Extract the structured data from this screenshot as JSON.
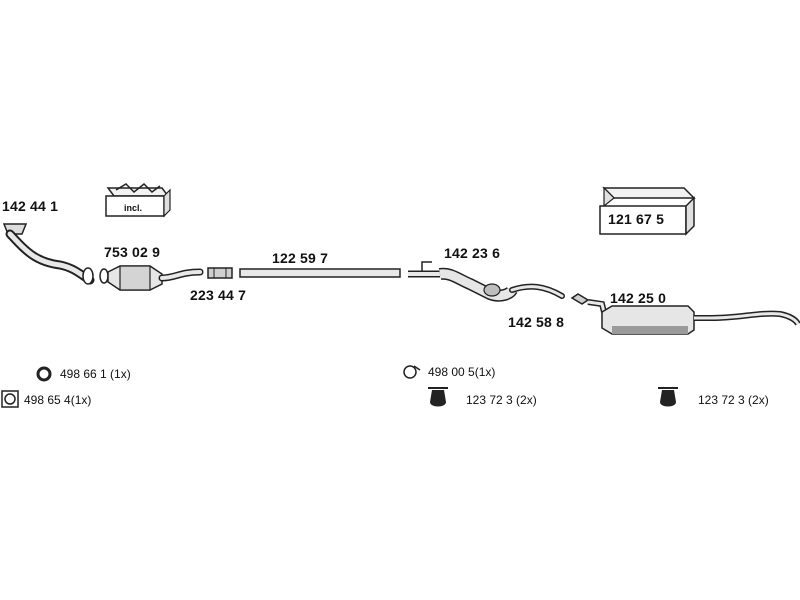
{
  "parts": {
    "front_pipe": "142 44 1",
    "catalyst": "753 02 9",
    "clamp_front": "223 44 7",
    "intermediate_pipe": "122 59 7",
    "middle_silencer": "142 23 6",
    "clamp_rear": "142 58 8",
    "rear_silencer": "142 25 0",
    "mounting_kit": "121 67 5"
  },
  "kit_badge": "incl.",
  "accessories": {
    "ring_gasket": "498 66 1 (1x)",
    "flange_gasket": "498 65 4(1x)",
    "rubber_ring": "498 00 5(1x)",
    "hanger_mid": "123 72 3  (2x)",
    "hanger_rear": "123 72 3 (2x)"
  },
  "colors": {
    "line": "#222222",
    "fill": "#e6e6e6",
    "shade": "#9a9a9a"
  }
}
